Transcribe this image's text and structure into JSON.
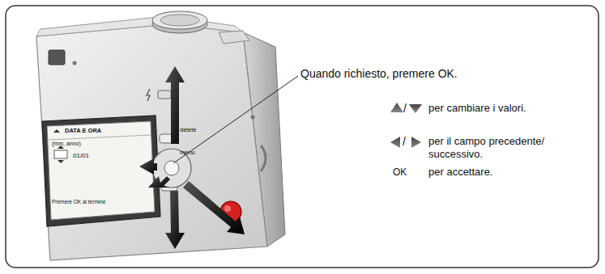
{
  "diagram": {
    "labels": [
      "Quando richiesto, premere OK.",
      "/",
      "per cambiare i valori.",
      "/",
      "per il campo precedente/ successivo.",
      "OK",
      "per accettare.",
      "DATA E ORA",
      "(mm, anno)",
      "01/01",
      "Premere OK al termine",
      "delete",
      "menu"
    ]
  }
}
